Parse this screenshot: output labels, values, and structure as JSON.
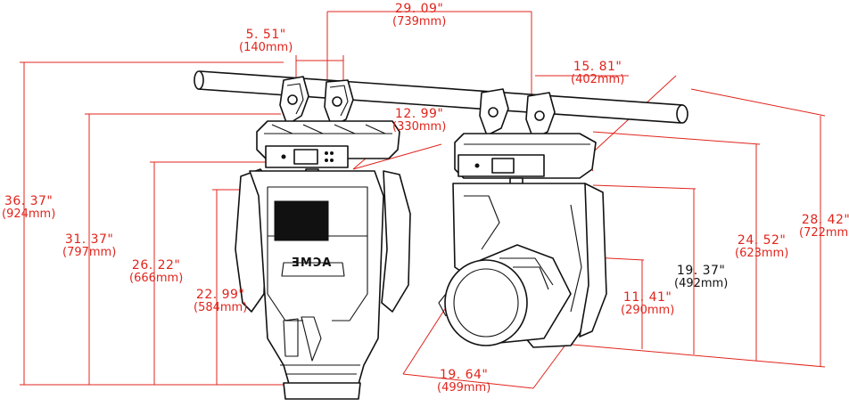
{
  "colors": {
    "dimension": "#e0241c",
    "outline": "#111111",
    "background": "#ffffff"
  },
  "dimensions": {
    "clamp_spacing_width": {
      "imperial": "29. 09\"",
      "metric": "(739mm)"
    },
    "clamp_width": {
      "imperial": "5. 51\"",
      "metric": "(140mm)"
    },
    "side_depth": {
      "imperial": "15. 81\"",
      "metric": "(402mm)"
    },
    "base_width": {
      "imperial": "12. 99\"",
      "metric": "(330mm)"
    },
    "height_with_truss": {
      "imperial": "36. 37\"",
      "metric": "(924mm)"
    },
    "height_with_clamps": {
      "imperial": "31. 37\"",
      "metric": "(797mm)"
    },
    "height_fixture": {
      "imperial": "26. 22\"",
      "metric": "(666mm)"
    },
    "height_yoke": {
      "imperial": "22. 99\"",
      "metric": "(584mm)"
    },
    "side_height_total": {
      "imperial": "28. 42\"",
      "metric": "(722mm)"
    },
    "side_height_fixture": {
      "imperial": "24. 52\"",
      "metric": "(623mm)"
    },
    "side_height_body": {
      "imperial": "19. 37\"",
      "metric": "(492mm)"
    },
    "head_height": {
      "imperial": "11. 41\"",
      "metric": "(290mm)"
    },
    "head_length": {
      "imperial": "19. 64\"",
      "metric": "(499mm)"
    }
  },
  "labels": {
    "brand_logo": "ACME"
  }
}
